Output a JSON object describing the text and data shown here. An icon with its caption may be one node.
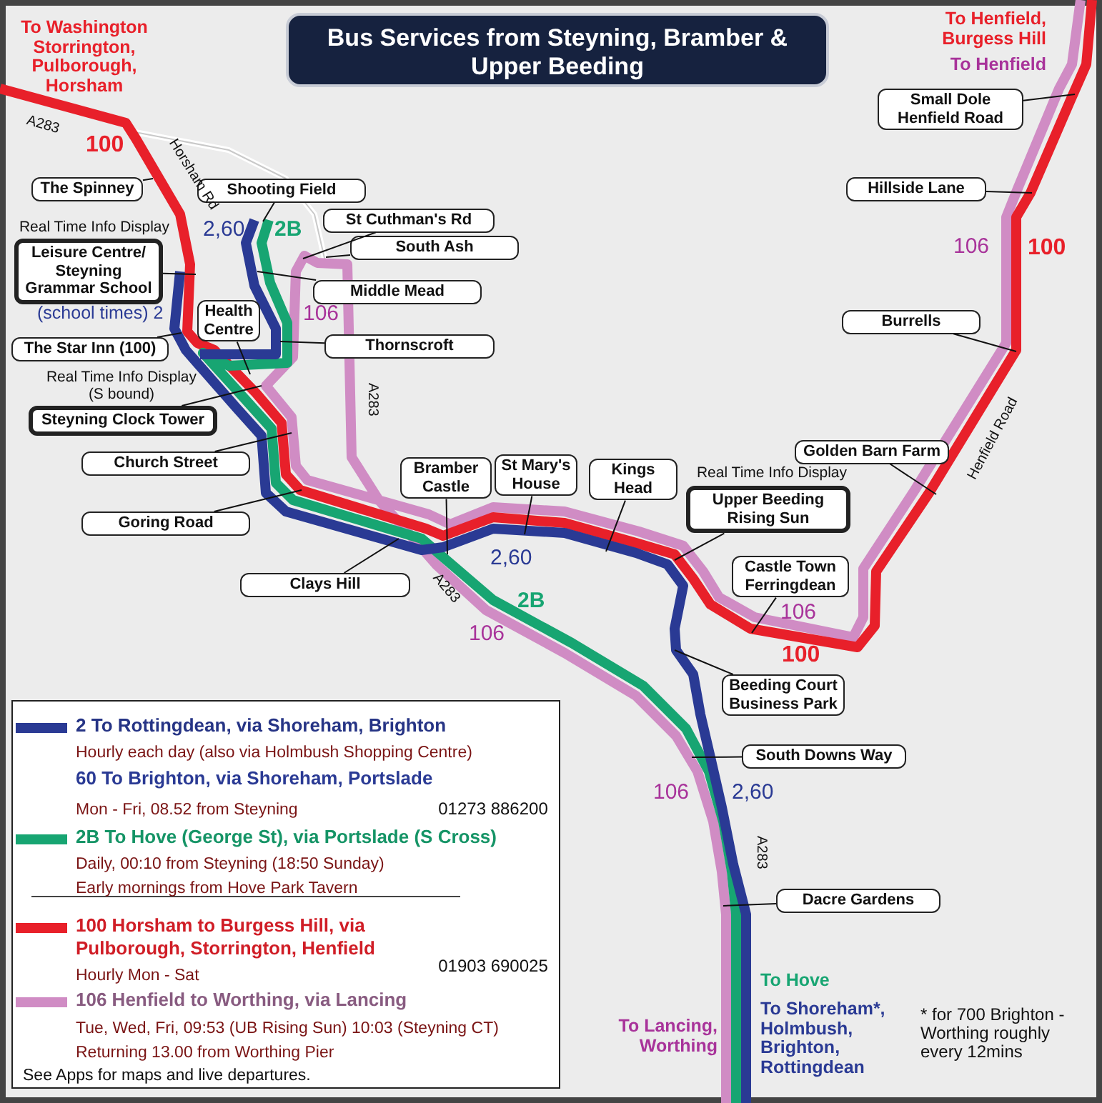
{
  "diagram": {
    "title": "Bus Services from Steyning, Bramber & Upper Beeding",
    "nodes": [
      {
        "text": [
          "The Spinney"
        ]
      },
      {
        "text": [
          "Shooting Field"
        ]
      },
      {
        "text": [
          "St Cuthman's Rd"
        ]
      },
      {
        "text": [
          "South Ash"
        ]
      },
      {
        "text": [
          "Leisure Centre/ Steyning Grammar School"
        ],
        "beside": [
          "Real Time Info Display"
        ]
      },
      {
        "text": [
          "Middle Mead"
        ]
      },
      {
        "text": [
          "Health Centre"
        ]
      },
      {
        "text": [
          "The Star Inn (100)"
        ]
      },
      {
        "text": [
          "Thornscroft"
        ]
      },
      {
        "text": [
          "Steyning Clock Tower"
        ],
        "beside": [
          "Real Time Info Display (S bound)"
        ]
      },
      {
        "text": [
          "Church Street"
        ]
      },
      {
        "text": [
          "Goring Road"
        ]
      },
      {
        "text": [
          "Bramber Castle"
        ]
      },
      {
        "text": [
          "St Mary's House"
        ]
      },
      {
        "text": [
          "Kings Head"
        ]
      },
      {
        "text": [
          "Upper Beeding Rising Sun"
        ],
        "beside": [
          "Real Time Info Display"
        ]
      },
      {
        "text": [
          "Clays Hill"
        ]
      },
      {
        "text": [
          "Castle Town Ferringdean"
        ]
      },
      {
        "text": [
          "Beeding Court Business Park"
        ]
      },
      {
        "text": [
          "South Downs Way"
        ]
      },
      {
        "text": [
          "Dacre Gardens"
        ]
      },
      {
        "text": [
          "Small Dole Henfield Road"
        ]
      },
      {
        "text": [
          "Hillside Lane"
        ]
      },
      {
        "text": [
          "Burrells"
        ]
      },
      {
        "text": [
          "Golden Barn Farm"
        ]
      }
    ],
    "edges": [
      {
        "from": 0,
        "to": null,
        "arrow": "none"
      },
      {
        "from": 1,
        "to": null,
        "arrow": "none"
      },
      {
        "from": 2,
        "to": null,
        "arrow": "none"
      },
      {
        "from": 3,
        "to": null,
        "arrow": "none"
      },
      {
        "from": 4,
        "to": null,
        "arrow": "none"
      },
      {
        "from": 5,
        "to": null,
        "arrow": "none"
      },
      {
        "from": 6,
        "to": null,
        "arrow": "none"
      },
      {
        "from": 7,
        "to": null,
        "arrow": "none"
      },
      {
        "from": 8,
        "to": null,
        "arrow": "none"
      },
      {
        "from": 9,
        "to": null,
        "arrow": "none"
      },
      {
        "from": 10,
        "to": null,
        "arrow": "none"
      },
      {
        "from": 11,
        "to": null,
        "arrow": "none"
      },
      {
        "from": 12,
        "to": null,
        "arrow": "none"
      },
      {
        "from": 13,
        "to": null,
        "arrow": "none"
      },
      {
        "from": 14,
        "to": null,
        "arrow": "none"
      },
      {
        "from": 15,
        "to": null,
        "arrow": "none"
      },
      {
        "from": 16,
        "to": null,
        "arrow": "none"
      },
      {
        "from": 17,
        "to": null,
        "arrow": "none"
      },
      {
        "from": 18,
        "to": null,
        "arrow": "none"
      },
      {
        "from": 19,
        "to": null,
        "arrow": "none"
      },
      {
        "from": 20,
        "to": null,
        "arrow": "none"
      },
      {
        "from": 21,
        "to": null,
        "arrow": "none"
      },
      {
        "from": 22,
        "to": null,
        "arrow": "none"
      },
      {
        "from": 23,
        "to": null,
        "arrow": "none"
      },
      {
        "from": 24,
        "to": null,
        "arrow": "none"
      }
    ],
    "labels": [
      "To Washington Storrington, Pulborough, Horsham",
      "A283",
      "100",
      "Horsham Rd",
      "2,60",
      "2B",
      "(school times) 2",
      "106",
      "A283",
      "2,60",
      "A283",
      "2B",
      "106",
      "106",
      "100",
      "106",
      "100",
      "Henfield Road",
      "To Henfield, Burgess Hill",
      "To Henfield",
      "106",
      "2,60",
      "A283",
      "To Hove",
      "To Shoreham*, Holmbush, Brighton, Rottingdean",
      "To Lancing, Worthing",
      "* for 700 Brighton - Worthing roughly every 12mins",
      "Hourly each day (also via Holmbush Shopping Centre)",
      "60 To Brighton, via Shoreham, Portslade",
      "Mon - Fri, 08.52 from Steyning",
      "Daily, 00:10 from Steyning (18:50 Sunday)",
      "Early mornings from Hove Park Tavern",
      "Hourly Mon - Sat",
      "Tue, Wed, Fri, 09:53 (UB Rising Sun) 10:03 (Steyning CT)",
      "Returning 13.00 from Worthing Pier",
      "01273 886200",
      "01903 690025",
      "See Apps for maps and live departures."
    ],
    "legend": [
      {
        "text": "2 To Rottingdean, via Shoreham, Brighton",
        "color": "#2a3a94"
      },
      {
        "text": "2B To Hove (George St), via Portslade (S Cross)",
        "color": "#17a572"
      },
      {
        "text": "100 Horsham to Burgess Hill, via Pulborough, Storrington, Henfield",
        "color": "#e8202a"
      },
      {
        "text": "106 Henfield to Worthing, via Lancing",
        "color": "#d08cc4"
      }
    ]
  }
}
